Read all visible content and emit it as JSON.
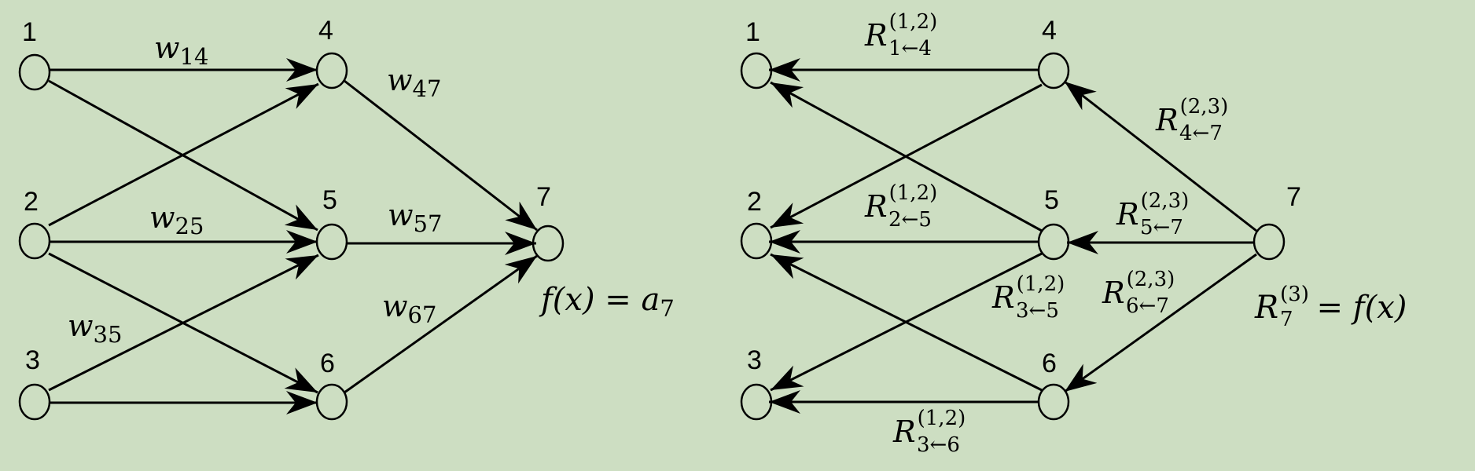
{
  "colors": {
    "background": "#cddec2",
    "ink": "#000000"
  },
  "left_network": {
    "node_labels": [
      "1",
      "2",
      "3",
      "4",
      "5",
      "6",
      "7"
    ],
    "weights": {
      "w14": {
        "sym": "w",
        "sub": "14"
      },
      "w25": {
        "sym": "w",
        "sub": "25"
      },
      "w35": {
        "sym": "w",
        "sub": "35"
      },
      "w47": {
        "sym": "w",
        "sub": "47"
      },
      "w57": {
        "sym": "w",
        "sub": "57"
      },
      "w67": {
        "sym": "w",
        "sub": "67"
      }
    },
    "output": {
      "lhs": "f(x) = ",
      "a": "a",
      "sub": "7"
    }
  },
  "right_network": {
    "node_labels": [
      "1",
      "2",
      "3",
      "4",
      "5",
      "6",
      "7"
    ],
    "relevance": {
      "r14": {
        "sym": "R",
        "sup": "(1,2)",
        "sub": "1←4"
      },
      "r25": {
        "sym": "R",
        "sup": "(1,2)",
        "sub": "2←5"
      },
      "r35": {
        "sym": "R",
        "sup": "(1,2)",
        "sub": "3←5"
      },
      "r36": {
        "sym": "R",
        "sup": "(1,2)",
        "sub": "3←6"
      },
      "r47": {
        "sym": "R",
        "sup": "(2,3)",
        "sub": "4←7"
      },
      "r57": {
        "sym": "R",
        "sup": "(2,3)",
        "sub": "5←7"
      },
      "r67": {
        "sym": "R",
        "sup": "(2,3)",
        "sub": "6←7"
      }
    },
    "output": {
      "sym": "R",
      "sup": "(3)",
      "sub": "7",
      "rhs": "= f(x)"
    }
  }
}
